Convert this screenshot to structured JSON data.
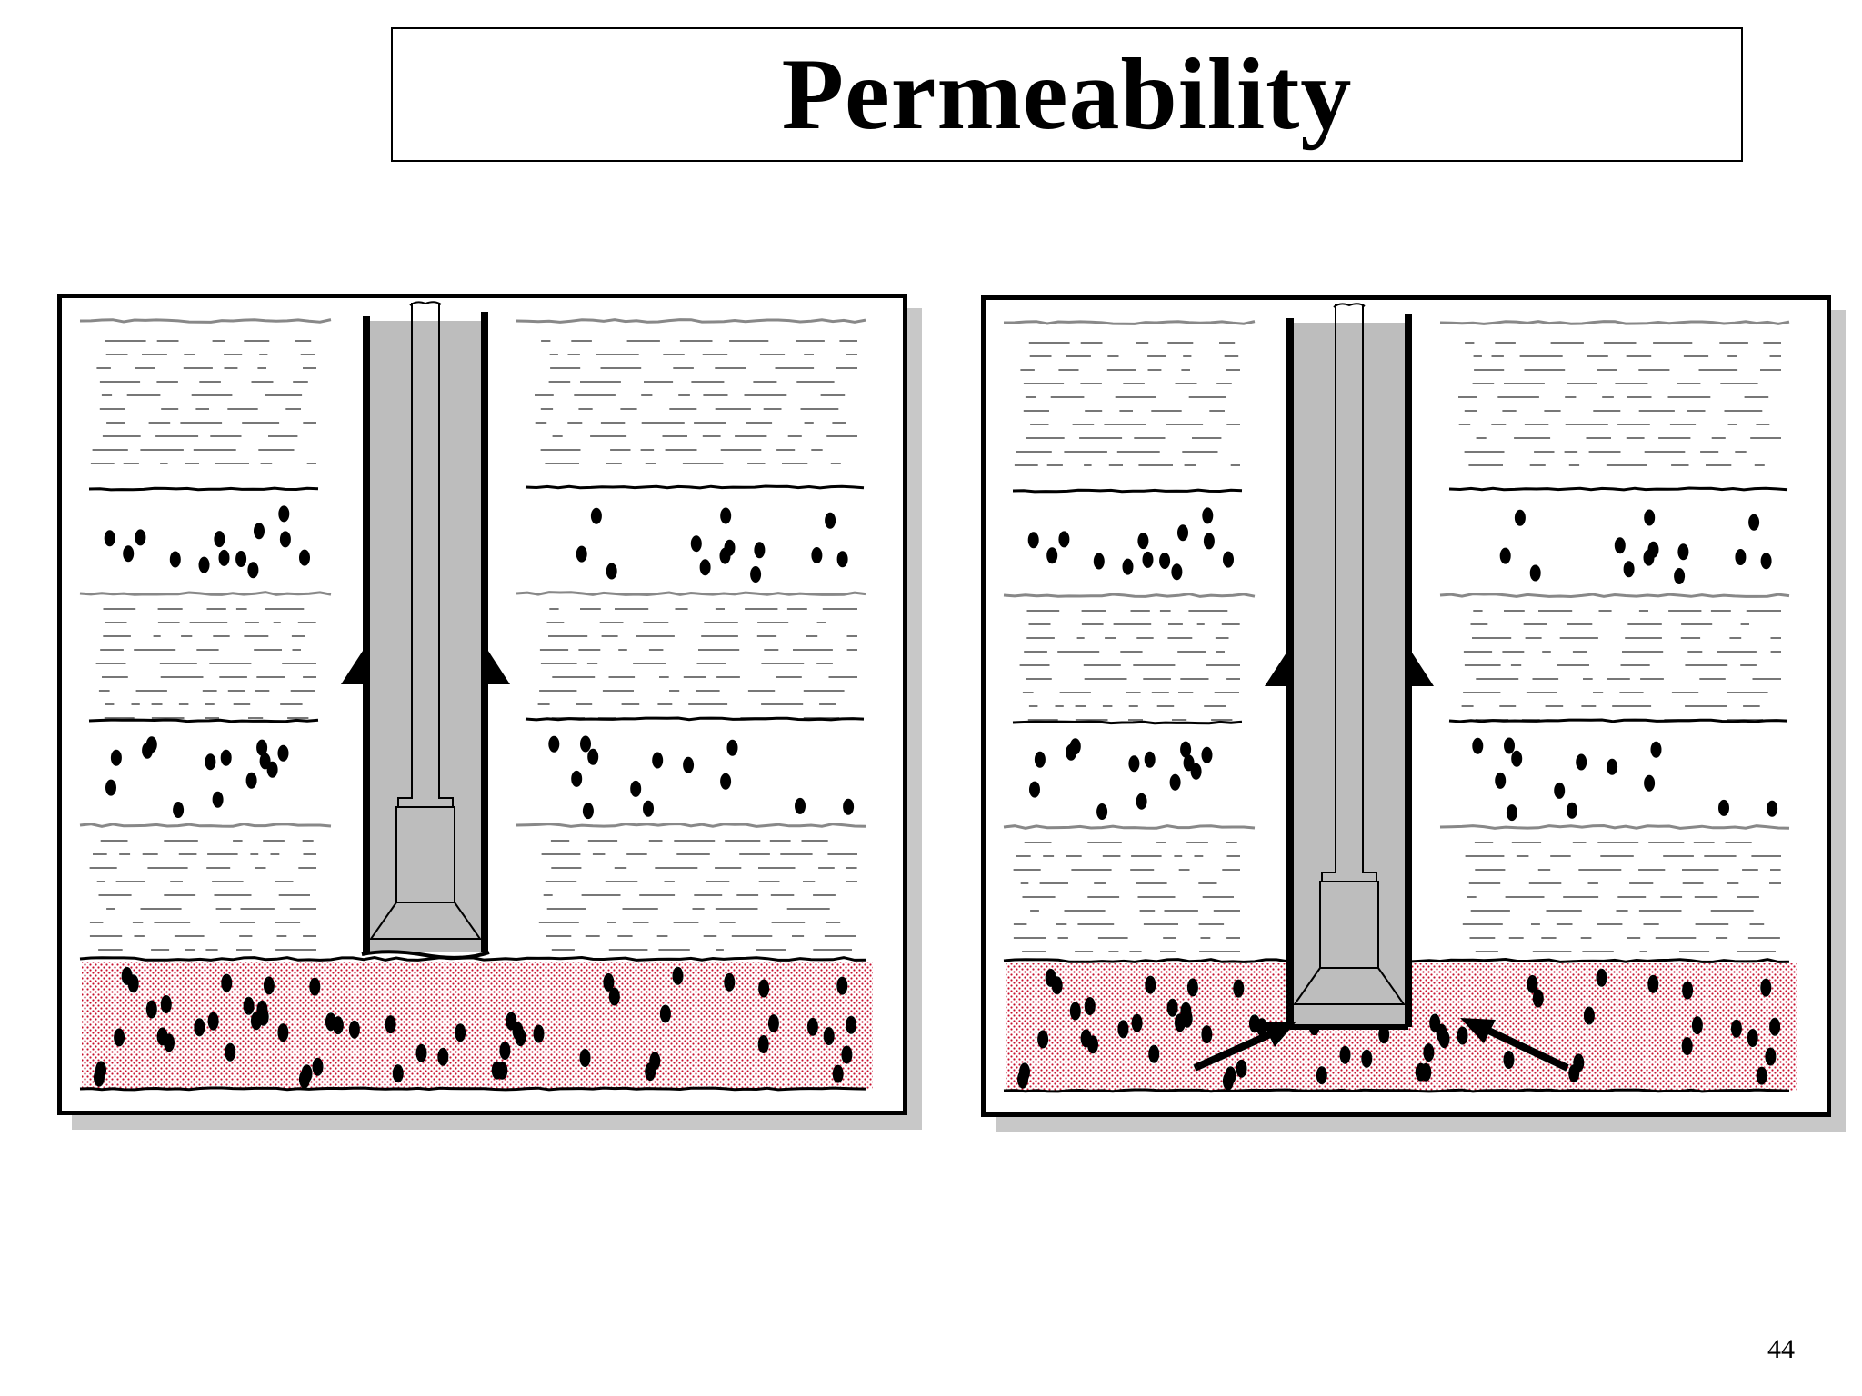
{
  "title": "Permeability",
  "page_number": "44",
  "colors": {
    "sand_dots": "#c8102e",
    "pipe_fill": "#bdbdbd",
    "shale_lines": "#777777",
    "ink": "#000000"
  },
  "panels": [
    {
      "id": "left",
      "flow_arrows": false
    },
    {
      "id": "right",
      "flow_arrows": true
    }
  ]
}
